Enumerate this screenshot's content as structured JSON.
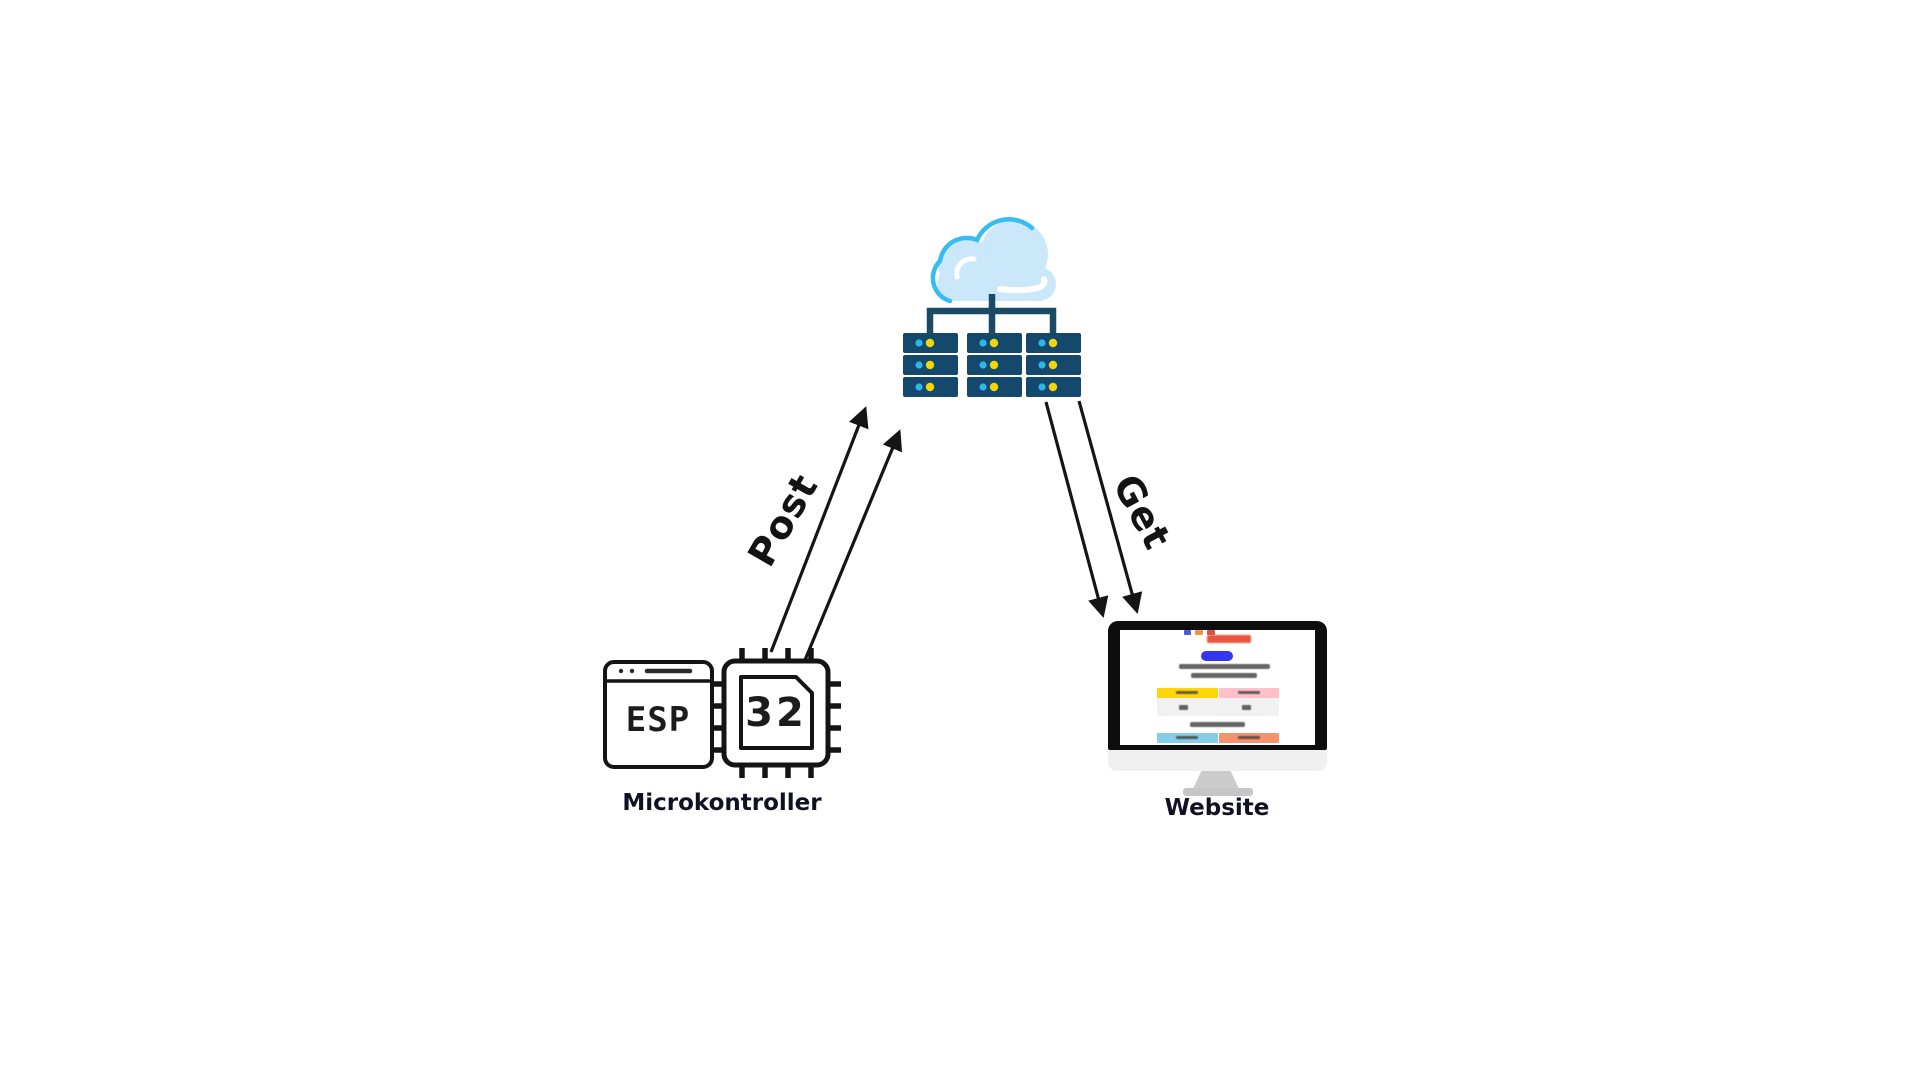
{
  "labels": {
    "post": "Post",
    "get": "Get",
    "microcontroller": "Microkontroller",
    "website": "Website"
  },
  "microcontroller_icon": {
    "board_text": "ESP",
    "chip_text": "32"
  },
  "cloud_server": {
    "towers": 3,
    "units_per_tower": 3
  },
  "colors": {
    "cloud_fill": "#cbe8fb",
    "cloud_outline": "#36bdf1",
    "server_body": "#14496d",
    "connector": "#1b4a66",
    "server_led_cyan": "#2eb6e8",
    "server_led_yellow": "#f2d60a",
    "arrow": "#151515",
    "monitor_bezel": "#0d0d0d",
    "website_title_red": "#e8432c",
    "website_button_blue": "#3238ef",
    "website_header_yellow": "#ffd60a",
    "website_header_pink": "#ffc0cb",
    "website_value_panel_gray": "#f1f1f1",
    "website_footer_cyan": "#85cde8",
    "website_footer_orange": "#f4926b"
  }
}
